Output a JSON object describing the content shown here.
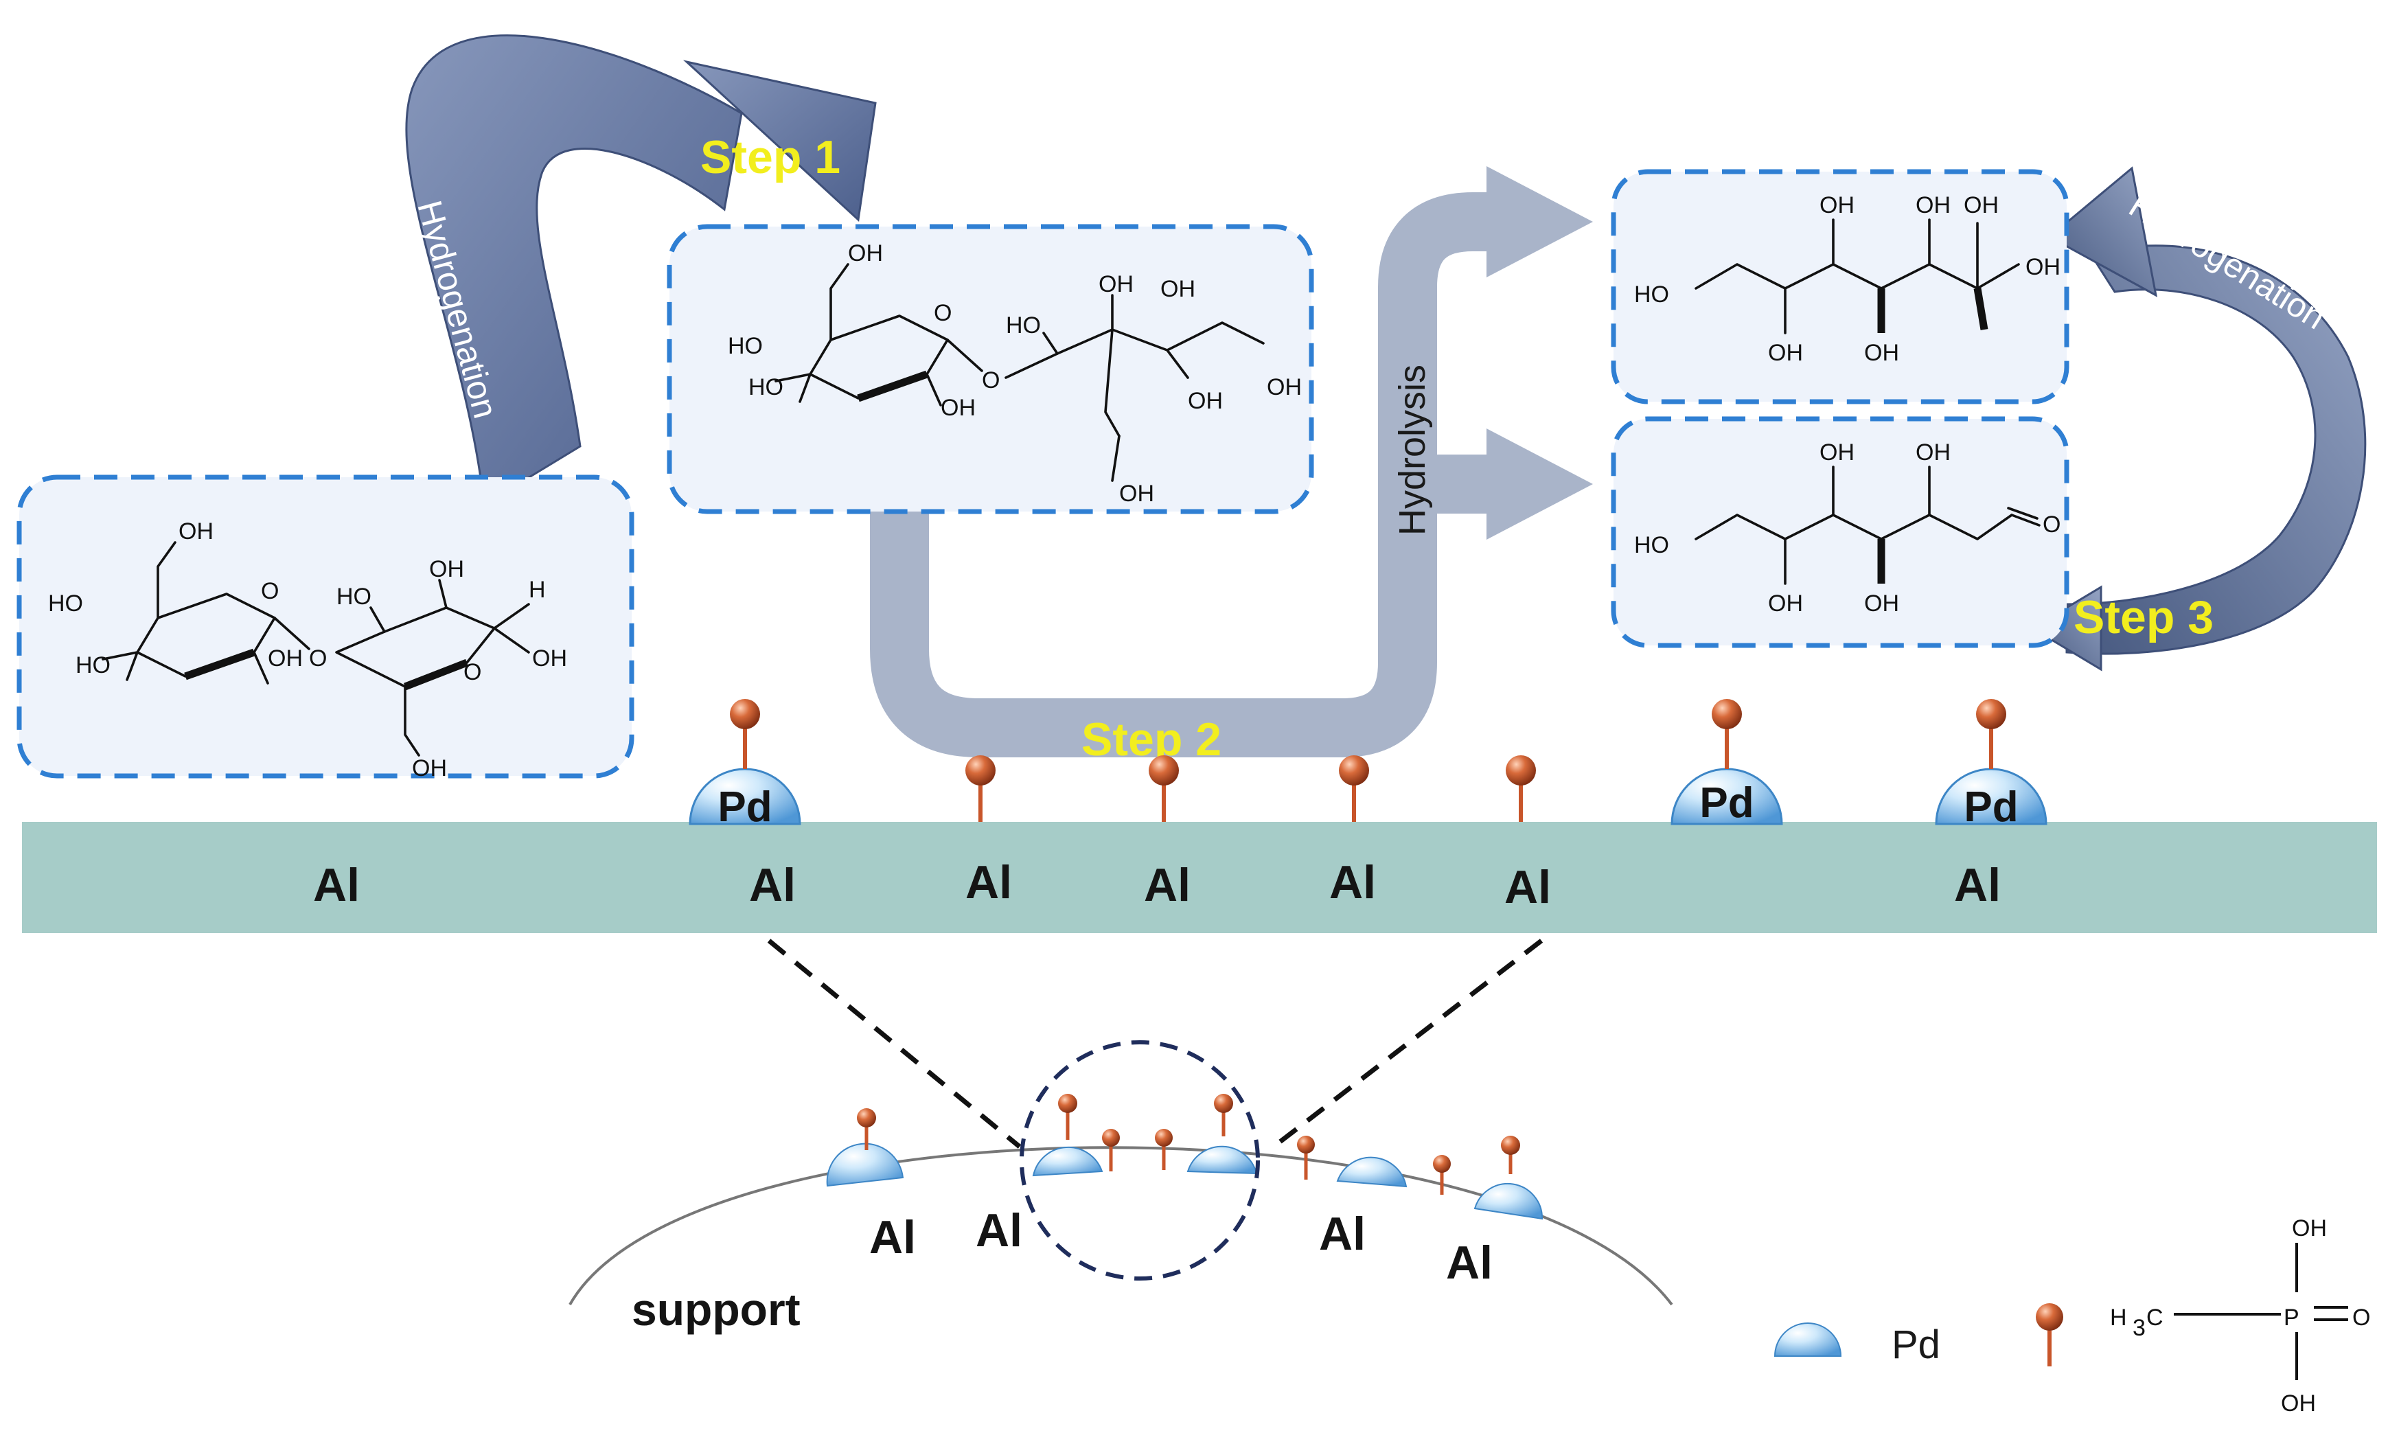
{
  "steps": {
    "step1": "Step 1",
    "step2": "Step 2",
    "step3": "Step 3"
  },
  "arrows": {
    "hydrogenation_left": "Hydrogenation",
    "hydrogenation_right": "Hydrogenation",
    "hydrolysis": "Hydrolysis"
  },
  "chem": {
    "oh": "OH",
    "ho": "HO",
    "h": "H",
    "o": "O",
    "hydroxyl": "OH"
  },
  "surface": {
    "al_labels": [
      "Al",
      "Al",
      "Al",
      "Al",
      "Al",
      "Al",
      "Al"
    ],
    "pd_labels": [
      "Pd",
      "Pd",
      "Pd"
    ]
  },
  "support": {
    "label": "support",
    "al_labels": [
      "Al",
      "Al",
      "Al",
      "Al"
    ]
  },
  "legend": {
    "pd": "Pd",
    "phosphonic": {
      "oh_top": "OH",
      "oh_bottom": "OH",
      "ch3": "H",
      "ch3_sub": "3",
      "c": "C",
      "p": "P",
      "o": "O"
    }
  },
  "colors": {
    "surface": "#a6ccc8",
    "arrow": "#6f82a8",
    "hydrolysis_arrow": "#a9b4c9",
    "box_border": "#2f7fd3",
    "step_text": "#f2ee1e",
    "pd_sphere": "#8ec6ee",
    "ligand_ball": "#c8552a"
  }
}
